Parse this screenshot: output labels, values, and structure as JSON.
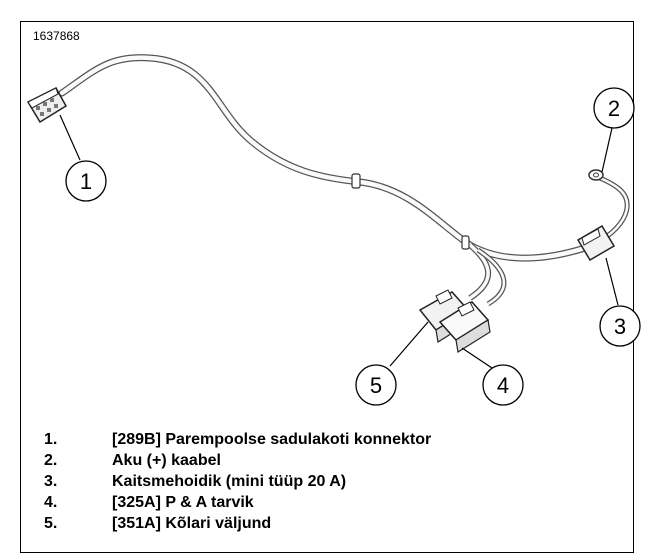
{
  "figure_id": "1637868",
  "callouts": [
    "1",
    "2",
    "3",
    "4",
    "5"
  ],
  "legend": [
    {
      "num": "1.",
      "text": "[289B] Parempoolse sadulakoti konnektor"
    },
    {
      "num": "2.",
      "text": "Aku (+) kaabel"
    },
    {
      "num": "3.",
      "text": "Kaitsmehoidik (mini tüüp 20 A)"
    },
    {
      "num": "4.",
      "text": "[325A] P & A tarvik"
    },
    {
      "num": "5.",
      "text": "[351A] Kõlari väljund"
    }
  ]
}
